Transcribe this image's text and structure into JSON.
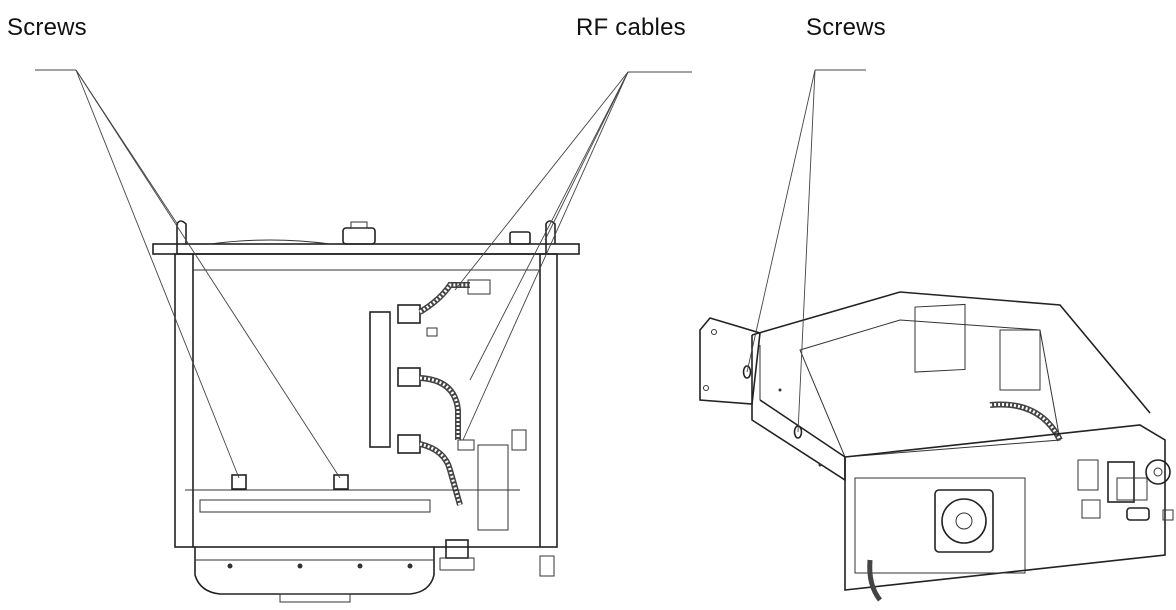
{
  "labels": {
    "screws_left": "Screws",
    "rf_cables": "RF cables",
    "screws_right": "Screws"
  },
  "colors": {
    "ink": "#222222",
    "background": "#ffffff"
  }
}
